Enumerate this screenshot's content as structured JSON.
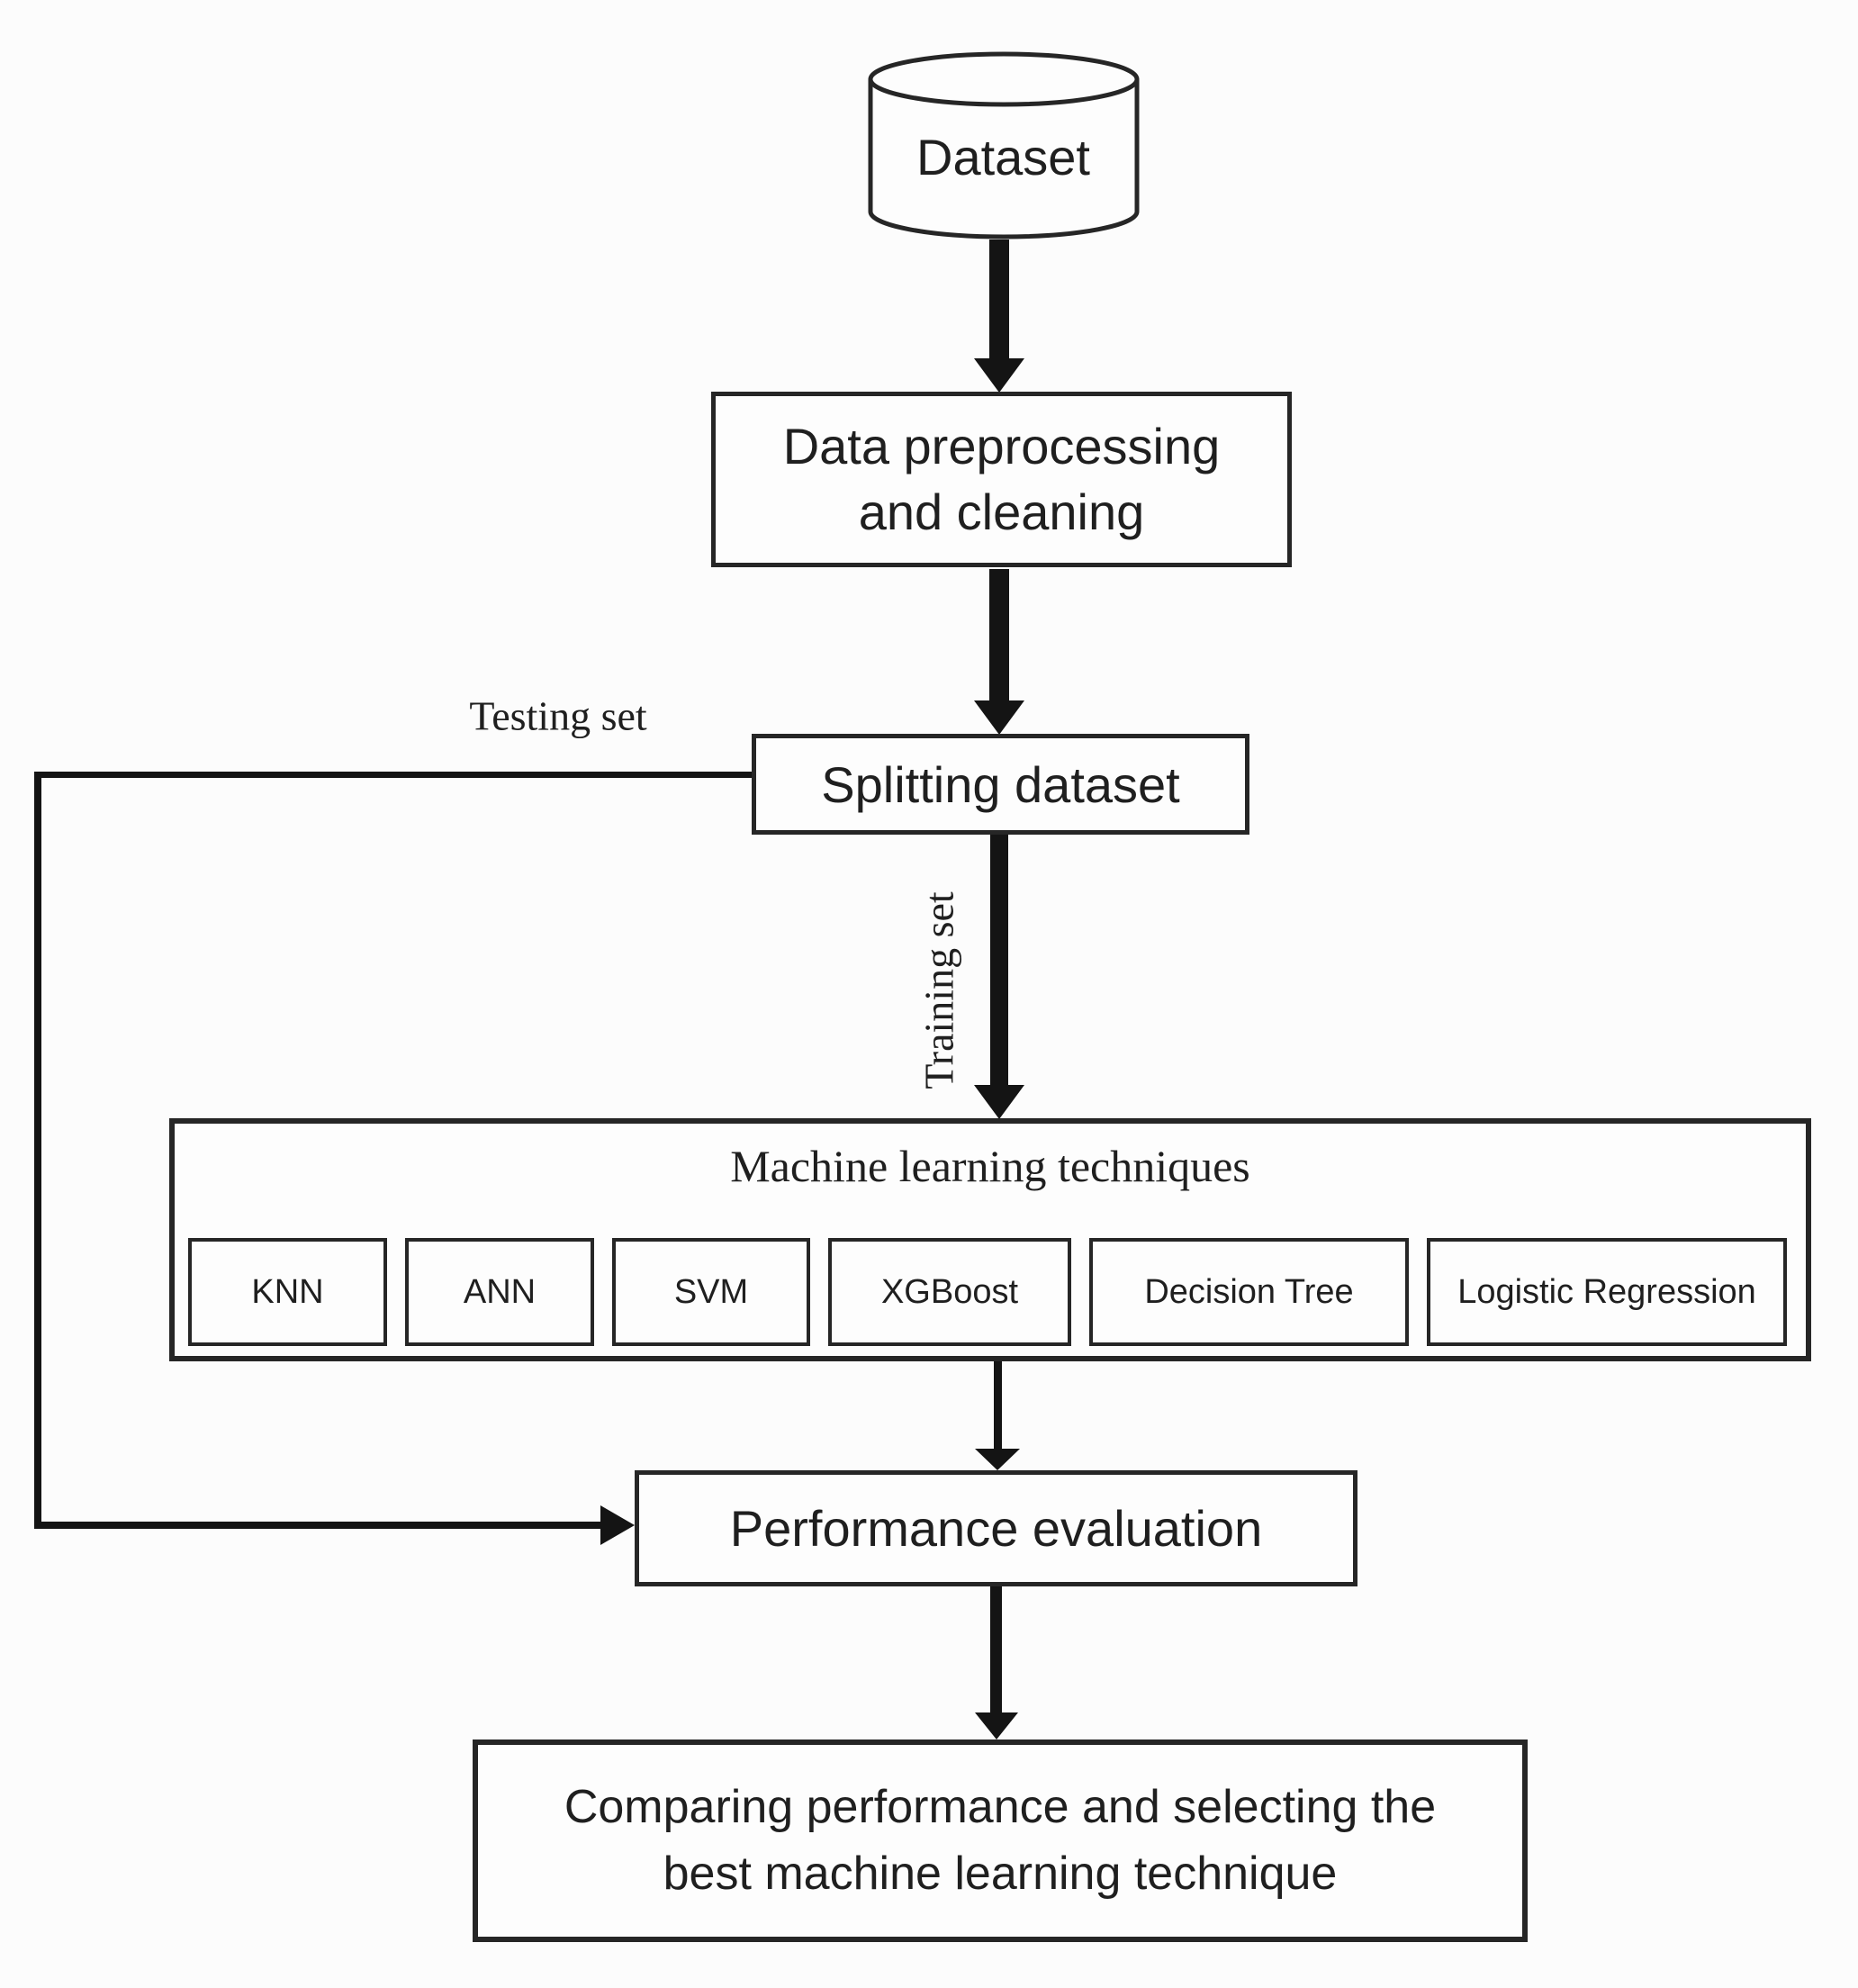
{
  "nodes": {
    "dataset": "Dataset",
    "preprocessing": "Data preprocessing\nand cleaning",
    "splitting": "Splitting dataset",
    "ml_group_title": "Machine learning techniques",
    "techniques": [
      "KNN",
      "ANN",
      "SVM",
      "XGBoost",
      "Decision Tree",
      "Logistic Regression"
    ],
    "evaluation": "Performance evaluation",
    "comparison": "Comparing performance and selecting the\nbest machine learning technique"
  },
  "edge_labels": {
    "testing": "Testing set",
    "training": "Training set"
  },
  "colors": {
    "line": "#141414",
    "border": "#262626",
    "text": "#1f1f1f",
    "background": "#fcfcfc"
  }
}
